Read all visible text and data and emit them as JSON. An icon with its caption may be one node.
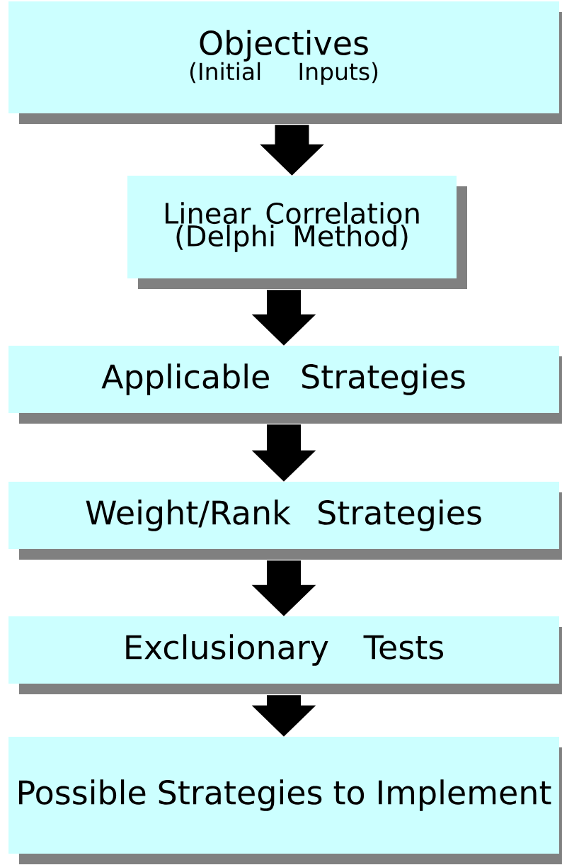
{
  "diagram": {
    "nodes": [
      {
        "text": [
          "Objectives",
          "(Initial Inputs)"
        ]
      },
      {
        "text": [
          "Linear Correlation",
          "(Delphi Method)"
        ]
      },
      {
        "text": [
          "Applicable Strategies"
        ]
      },
      {
        "text": [
          "Weight/Rank Strategies"
        ]
      },
      {
        "text": [
          "Exclusionary Tests"
        ]
      },
      {
        "text": [
          "Possible Strategies to Implement"
        ]
      }
    ],
    "edges": [
      {
        "from": 0,
        "to": 1,
        "arrow": "to"
      },
      {
        "from": 1,
        "to": 2,
        "arrow": "to"
      },
      {
        "from": 2,
        "to": 3,
        "arrow": "to"
      },
      {
        "from": 3,
        "to": 4,
        "arrow": "to"
      },
      {
        "from": 4,
        "to": 5,
        "arrow": "to"
      }
    ]
  }
}
